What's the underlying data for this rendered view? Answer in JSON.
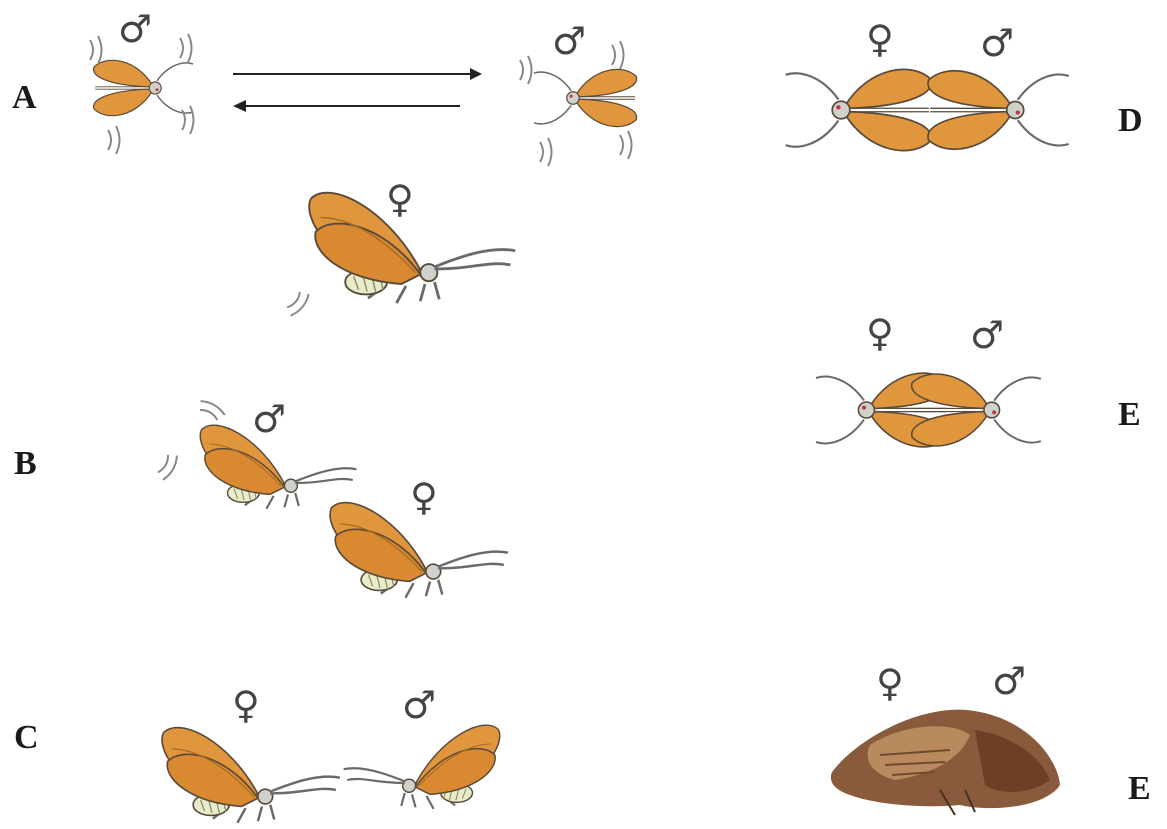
{
  "panels": [
    {
      "id": "A",
      "label": "A"
    },
    {
      "id": "B",
      "label": "B"
    },
    {
      "id": "C",
      "label": "C"
    },
    {
      "id": "D",
      "label": "D"
    },
    {
      "id": "E1",
      "label": "E"
    },
    {
      "id": "E2",
      "label": "E"
    }
  ],
  "symbols": {
    "male": "♂",
    "female": "♀"
  },
  "colors": {
    "wing": "#e0963c",
    "wing_shade": "#c97826",
    "outline": "#5a4a3a",
    "abdomen": "#e8ecc8",
    "leg": "#707070",
    "specimen": "#8a5a3c"
  }
}
